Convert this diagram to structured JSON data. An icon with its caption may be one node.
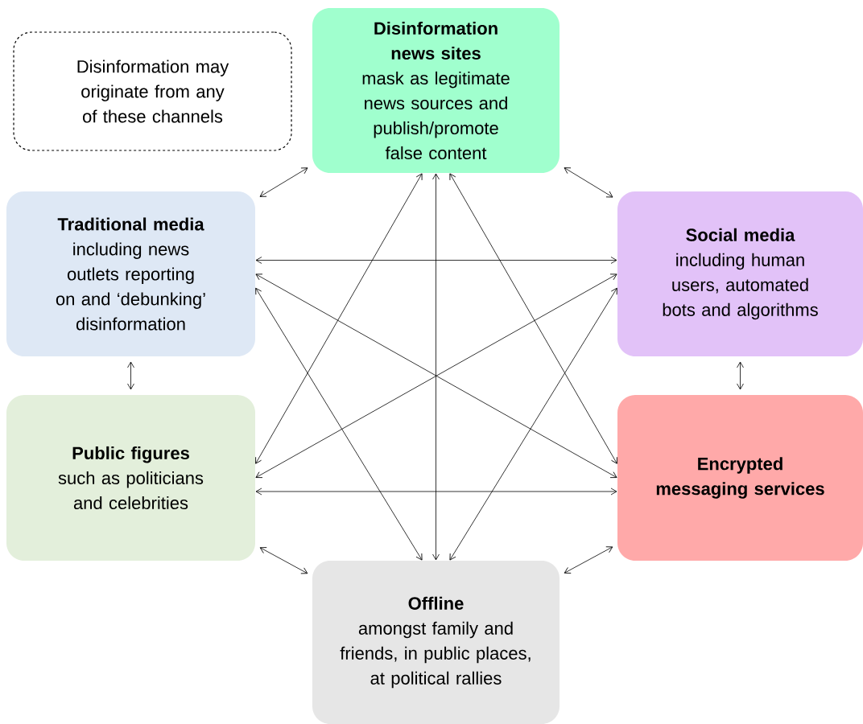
{
  "diagram": {
    "nodes": [
      {
        "text": [
          "Disinformation may originate from any of these channels"
        ]
      },
      {
        "text": [
          "Disinformation news sites",
          "mask as legitimate news sources and publish/promote false content"
        ]
      },
      {
        "text": [
          "Traditional media",
          "including news outlets reporting on and ‘debunking’ disinformation"
        ]
      },
      {
        "text": [
          "Social media",
          "including human users, automated bots and algorithms"
        ]
      },
      {
        "text": [
          "Public figures",
          "such as politicians and celebrities"
        ]
      },
      {
        "text": [
          "Encrypted messaging services"
        ]
      },
      {
        "text": [
          "Offline",
          "amongst family and friends, in public places, at political rallies"
        ]
      }
    ],
    "edges": [
      {
        "from": 1,
        "to": 2,
        "arrow": "both"
      },
      {
        "from": 1,
        "to": 3,
        "arrow": "both"
      },
      {
        "from": 2,
        "to": 4,
        "arrow": "both"
      },
      {
        "from": 3,
        "to": 5,
        "arrow": "both"
      },
      {
        "from": 4,
        "to": 6,
        "arrow": "both"
      },
      {
        "from": 5,
        "to": 6,
        "arrow": "both"
      },
      {
        "from": 1,
        "to": 4,
        "arrow": "both"
      },
      {
        "from": 1,
        "to": 6,
        "arrow": "both"
      },
      {
        "from": 1,
        "to": 5,
        "arrow": "both"
      },
      {
        "from": 2,
        "to": 3,
        "arrow": "both"
      },
      {
        "from": 2,
        "to": 6,
        "arrow": "both"
      },
      {
        "from": 2,
        "to": 5,
        "arrow": "both"
      },
      {
        "from": 4,
        "to": 3,
        "arrow": "both"
      },
      {
        "from": 4,
        "to": 5,
        "arrow": "both"
      },
      {
        "from": 3,
        "to": 6,
        "arrow": "both"
      }
    ]
  }
}
